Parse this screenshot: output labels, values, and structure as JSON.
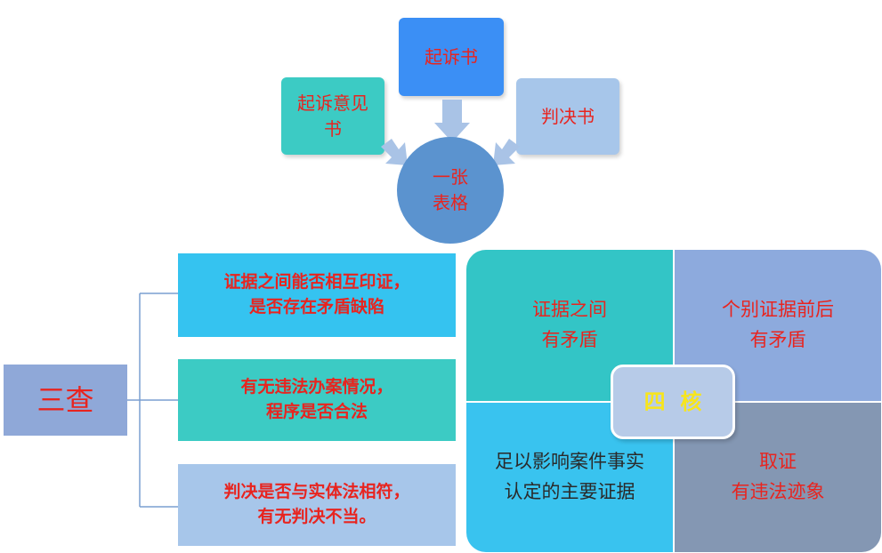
{
  "top": {
    "center_box": "起诉书",
    "left_box": "起诉意见\n书",
    "right_box": "判决书",
    "circle": "一张\n表格"
  },
  "left": {
    "san_cha": "三查",
    "items": [
      "证据之间能否相互印证，\n是否存在矛盾缺陷",
      "有无违法办案情况，\n程序是否合法",
      "判决是否与实体法相符，\n有无判决不当。"
    ]
  },
  "right": {
    "cells": [
      "证据之间\n有矛盾",
      "个别证据前后\n有矛盾",
      "足以影响案件事实\n认定的主要证据",
      "取证\n有违法迹象"
    ],
    "center_label": "四  核"
  },
  "colors": {
    "blue": "#3b8ff5",
    "teal": "#3ccbc4",
    "light_blue": "#a7c6ea",
    "circle": "#5b93cf",
    "san_cha_bg": "#8fa8d8",
    "cyan": "#35c3f0",
    "cell_tl": "#33c5c6",
    "cell_tr": "#8daadd",
    "cell_bl": "#39c3ef",
    "cell_br": "#8497b3",
    "text_red": "#e8241f",
    "yellow": "#f7e51c"
  }
}
